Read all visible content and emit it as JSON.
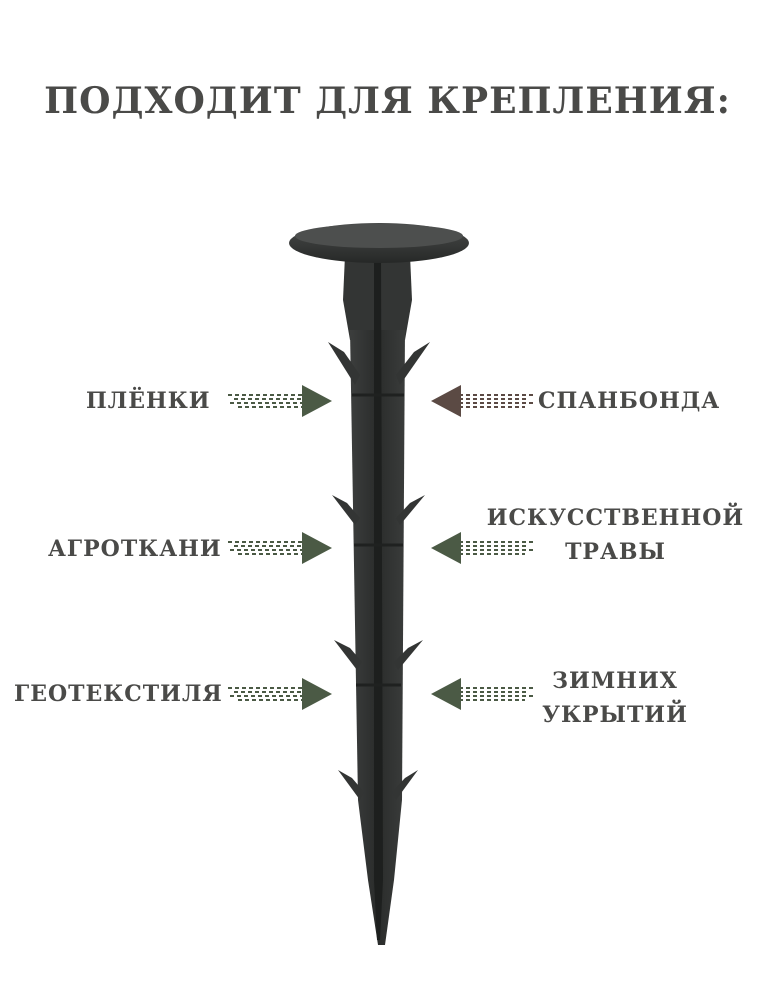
{
  "title": "ПОДХОДИТ ДЛЯ КРЕПЛЕНИЯ:",
  "colors": {
    "text": "#4a4a48",
    "arrow_green": "#4b5a45",
    "arrow_brown": "#5b4a44",
    "stake": "#2e302f"
  },
  "left_labels": [
    {
      "text": "ПЛЁНКИ"
    },
    {
      "text": "АГРОТКАНИ"
    },
    {
      "text": "ГЕОТЕКСТИЛЯ"
    }
  ],
  "right_labels": [
    {
      "line1": "СПАНБОНДА",
      "line2": ""
    },
    {
      "line1": "ИСКУССТВЕННОЙ",
      "line2": "ТРАВЫ"
    },
    {
      "line1": "ЗИМНИХ",
      "line2": "УКРЫТИЙ"
    }
  ],
  "icons": {
    "arrow_right": "arrow-right-icon",
    "arrow_left": "arrow-left-icon"
  }
}
